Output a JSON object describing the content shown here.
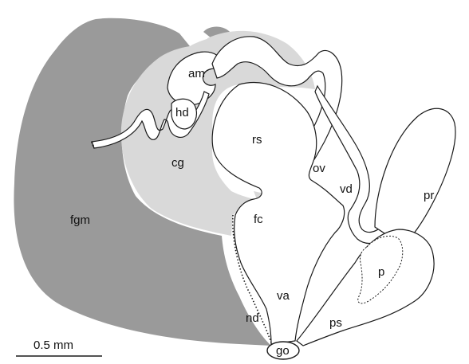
{
  "colors": {
    "dark_tissue": "#9a9a9a",
    "light_tissue": "#d9d9d9",
    "lumen": "#ffffff",
    "outline": "#1a1a1a"
  },
  "labels": {
    "am": "am",
    "hd": "hd",
    "cg": "cg",
    "rs": "rs",
    "ov": "ov",
    "vd": "vd",
    "pr": "pr",
    "fgm": "fgm",
    "fc": "fc",
    "p": "p",
    "va": "va",
    "nd": "nd",
    "ps": "ps",
    "go": "go"
  },
  "scale_bar": {
    "label": "0.5 mm"
  }
}
